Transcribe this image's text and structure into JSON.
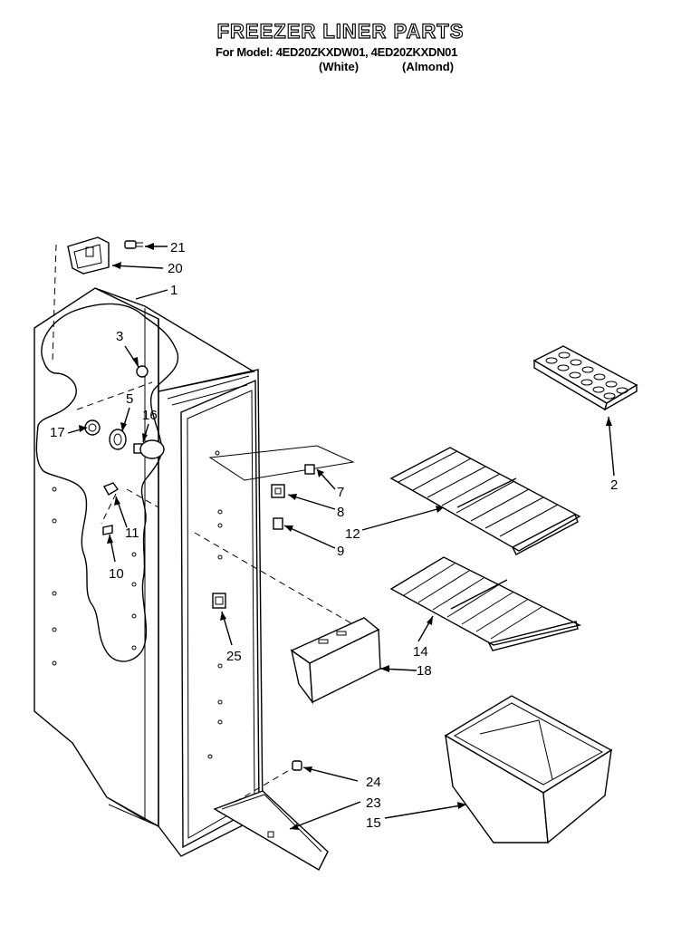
{
  "header": {
    "title": "FREEZER LINER PARTS",
    "model_prefix": "For Model:",
    "models": [
      "4ED20ZKXDW01,",
      "4ED20ZKXDN01"
    ],
    "variants": [
      "(White)",
      "(Almond)"
    ]
  },
  "callouts": {
    "c1": "1",
    "c2": "2",
    "c3": "3",
    "c5": "5",
    "c7": "7",
    "c8": "8",
    "c9": "9",
    "c10": "10",
    "c11": "11",
    "c12": "12",
    "c14": "14",
    "c15": "15",
    "c16": "16",
    "c17": "17",
    "c18": "18",
    "c20": "20",
    "c21": "21",
    "c23": "23",
    "c24": "24",
    "c25": "25"
  }
}
